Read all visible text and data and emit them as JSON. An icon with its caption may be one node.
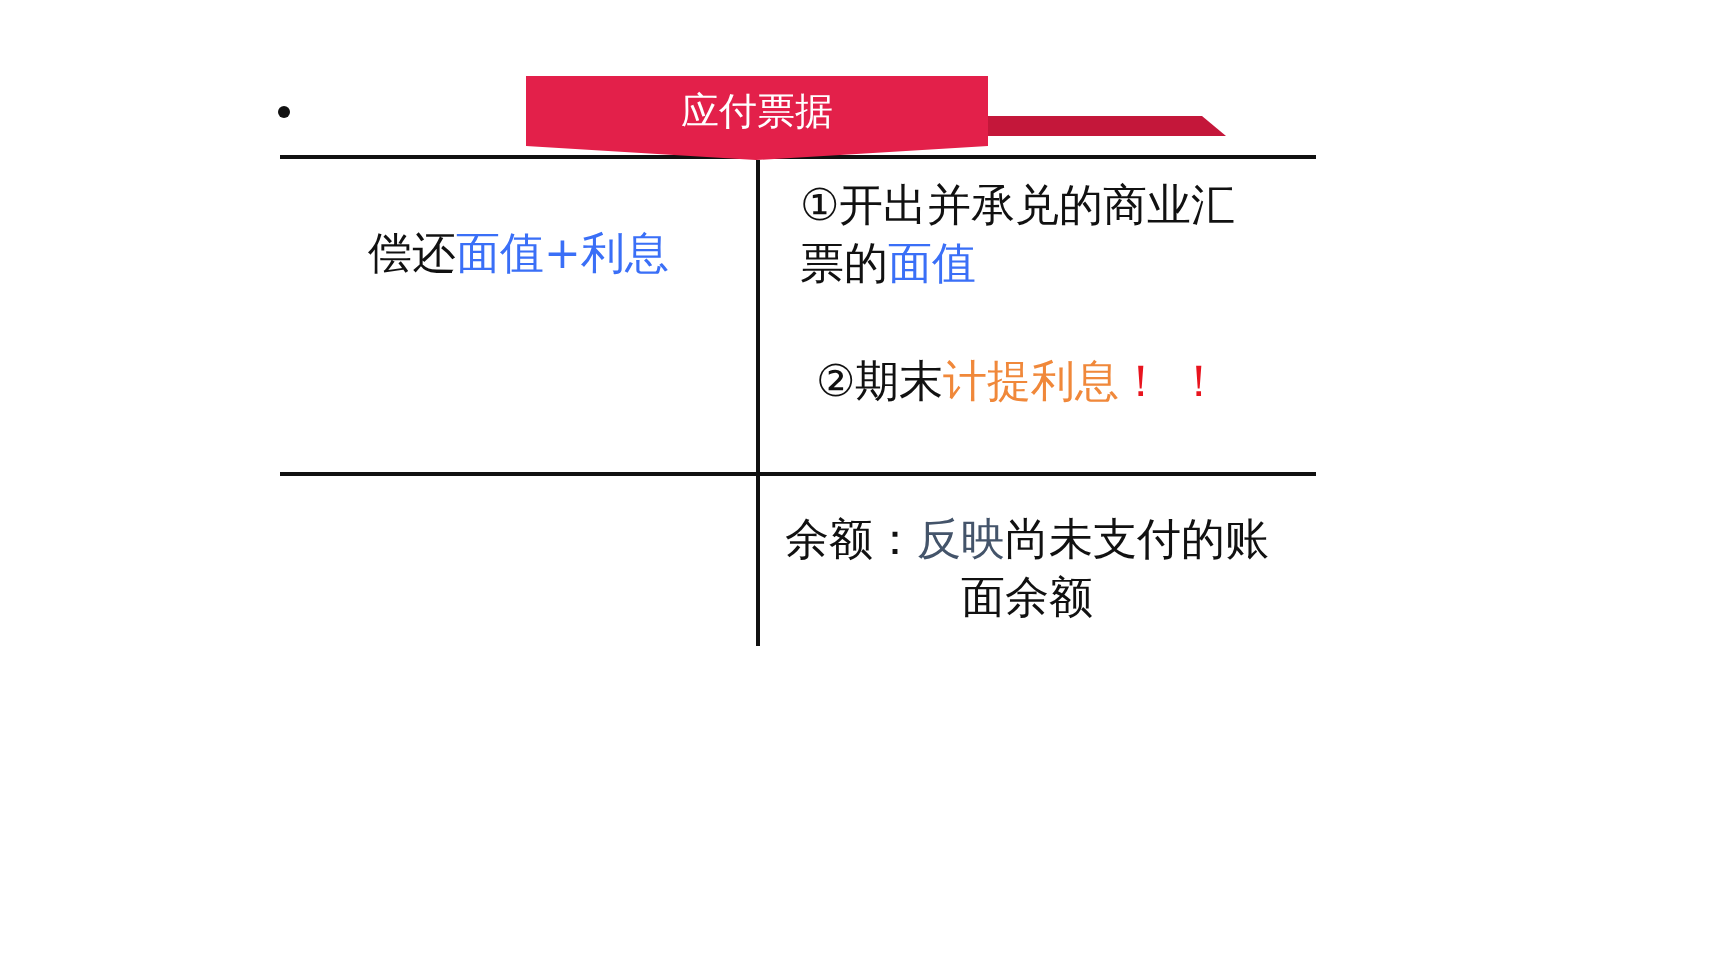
{
  "diagram": {
    "title": "应付票据",
    "labels": [
      "偿还",
      "面值+利息",
      "①开出并承兑的商业汇票的",
      "面值",
      "②期末",
      "计提利息",
      "！ ！",
      "余额：",
      "反映",
      "尚未支付的账面余额"
    ]
  }
}
